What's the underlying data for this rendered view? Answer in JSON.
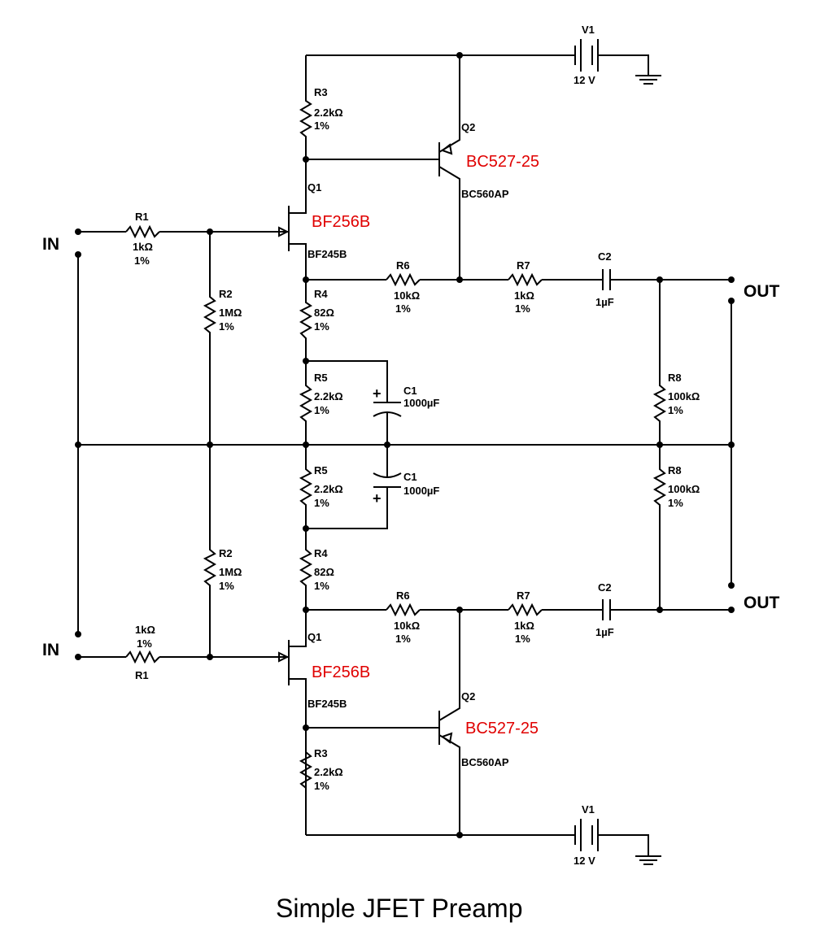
{
  "title": "Simple JFET Preamp",
  "ports": {
    "in": "IN",
    "out": "OUT"
  },
  "colors": {
    "part_highlight": "#e00000",
    "wire": "#000000"
  },
  "channels": [
    {
      "position": "top",
      "v1": {
        "ref": "V1",
        "value": "12 V"
      },
      "r1": {
        "ref": "R1",
        "value": "1kΩ",
        "tol": "1%"
      },
      "r2": {
        "ref": "R2",
        "value": "1MΩ",
        "tol": "1%"
      },
      "r3": {
        "ref": "R3",
        "value": "2.2kΩ",
        "tol": "1%"
      },
      "r4": {
        "ref": "R4",
        "value": "82Ω",
        "tol": "1%"
      },
      "r5": {
        "ref": "R5",
        "value": "2.2kΩ",
        "tol": "1%"
      },
      "r6": {
        "ref": "R6",
        "value": "10kΩ",
        "tol": "1%"
      },
      "r7": {
        "ref": "R7",
        "value": "1kΩ",
        "tol": "1%"
      },
      "r8": {
        "ref": "R8",
        "value": "100kΩ",
        "tol": "1%"
      },
      "c1": {
        "ref": "C1",
        "value": "1000µF"
      },
      "c2": {
        "ref": "C2",
        "value": "1µF"
      },
      "q1": {
        "ref": "Q1",
        "model": "BF245B",
        "sub": "BF256B"
      },
      "q2": {
        "ref": "Q2",
        "model": "BC560AP",
        "sub": "BC527-25"
      }
    },
    {
      "position": "bottom",
      "v1": {
        "ref": "V1",
        "value": "12 V"
      },
      "r1": {
        "ref": "R1",
        "value": "1kΩ",
        "tol": "1%"
      },
      "r2": {
        "ref": "R2",
        "value": "1MΩ",
        "tol": "1%"
      },
      "r3": {
        "ref": "R3",
        "value": "2.2kΩ",
        "tol": "1%"
      },
      "r4": {
        "ref": "R4",
        "value": "82Ω",
        "tol": "1%"
      },
      "r5": {
        "ref": "R5",
        "value": "2.2kΩ",
        "tol": "1%"
      },
      "r6": {
        "ref": "R6",
        "value": "10kΩ",
        "tol": "1%"
      },
      "r7": {
        "ref": "R7",
        "value": "1kΩ",
        "tol": "1%"
      },
      "r8": {
        "ref": "R8",
        "value": "100kΩ",
        "tol": "1%"
      },
      "c1": {
        "ref": "C1",
        "value": "1000µF"
      },
      "c2": {
        "ref": "C2",
        "value": "1µF"
      },
      "q1": {
        "ref": "Q1",
        "model": "BF245B",
        "sub": "BF256B"
      },
      "q2": {
        "ref": "Q2",
        "model": "BC560AP",
        "sub": "BC527-25"
      }
    }
  ]
}
